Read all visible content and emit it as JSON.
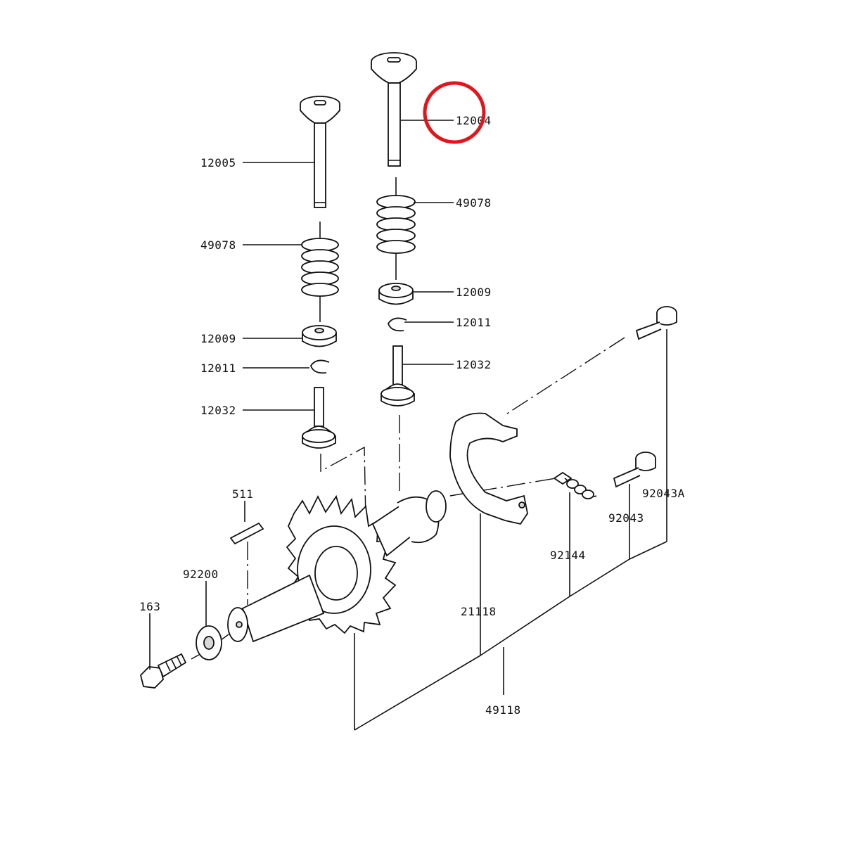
{
  "labels": {
    "valve_exhaust": "12004",
    "valve_intake": "12005",
    "spring_right": "49078",
    "spring_left": "49078",
    "retainer_right": "12009",
    "retainer_left": "12009",
    "keeper_right": "12011",
    "keeper_left": "12011",
    "tappet_right": "12032",
    "tappet_left": "12032",
    "key": "511",
    "washer": "92200",
    "bolt": "163",
    "compression_release_pin_a": "92043A",
    "compression_release_pin": "92043",
    "spring_small": "92144",
    "release_weight": "21118",
    "camshaft_assembly": "49118"
  },
  "highlight": {
    "color": "#e0161b",
    "target": "valve_exhaust"
  }
}
